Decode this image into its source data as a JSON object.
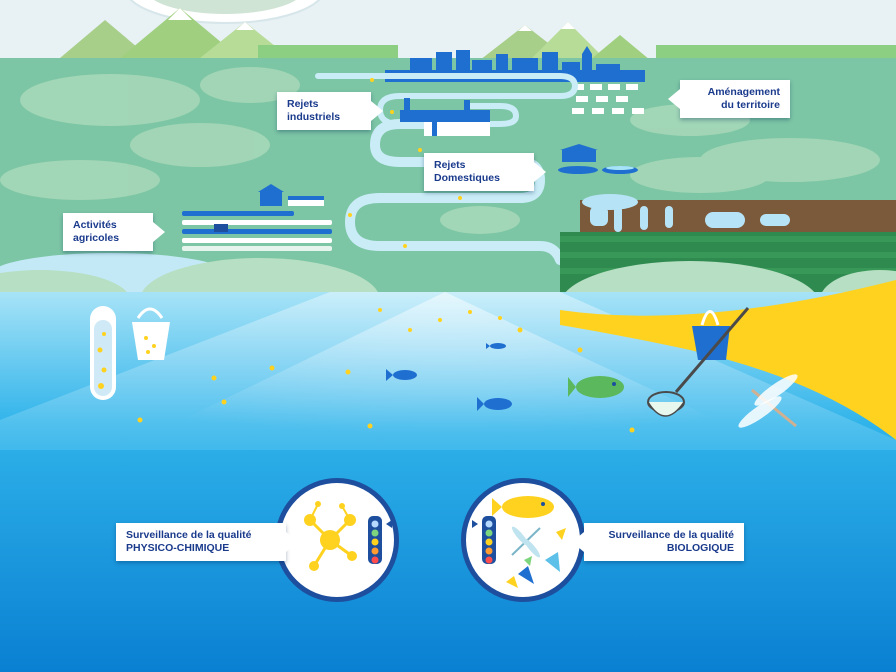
{
  "callouts": {
    "rejets_industriels": [
      "Rejets",
      "industriels"
    ],
    "rejets_domestiques": [
      "Rejets",
      "Domestiques"
    ],
    "amenagement": [
      "Aménagement",
      "du territoire"
    ],
    "activites_agricoles": [
      "Activités",
      "agricoles"
    ]
  },
  "monitoring": {
    "physico_chimique": [
      "Surveillance de la qualité",
      "PHYSICO-CHIMIQUE"
    ],
    "biologique": [
      "Surveillance de la qualité",
      "BIOLOGIQUE"
    ]
  },
  "colors": {
    "sky": "#e8f1f4",
    "land": "#7cc6a5",
    "hills": "#a8d8b8",
    "river": "#bfe8f6",
    "water": "#2bb0ea",
    "deep_water": "#0a7fd0",
    "navy": "#1d4f9e",
    "accent_yellow": "#ffd21f",
    "fish_green": "#5cb85c",
    "soil": "#7a5a3a",
    "forest": "#2f8a4f"
  },
  "icons": {
    "test_tube": "test-tube-icon",
    "bucket": "bucket-icon",
    "net": "fishing-net-icon",
    "molecule": "molecule-icon",
    "indicator": "traffic-light-indicator-icon",
    "fish": "fish-icon",
    "dragonfly": "dragonfly-icon"
  }
}
